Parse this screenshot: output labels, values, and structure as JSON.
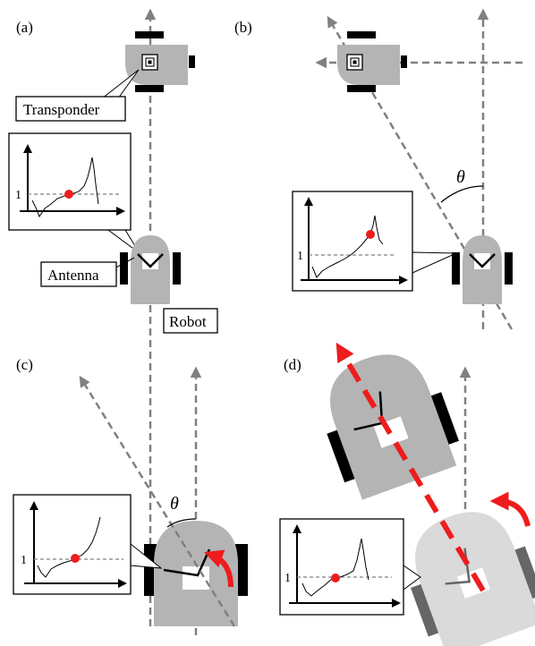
{
  "panels": {
    "a": {
      "label": "(a)"
    },
    "b": {
      "label": "(b)"
    },
    "c": {
      "label": "(c)"
    },
    "d": {
      "label": "(d)"
    }
  },
  "callouts": {
    "transponder": "Transponder",
    "antenna": "Antenna",
    "robot": "Robot"
  },
  "symbols": {
    "theta": "θ",
    "plot_reference_value": "1"
  },
  "colors": {
    "robot_body": "#b4b4b4",
    "robot_body_light": "#dadada",
    "wheel": "#000000",
    "guide_line": "#808080",
    "signal_marker": "#ee1c1c",
    "heading_arrow": "#ee1c1c"
  }
}
